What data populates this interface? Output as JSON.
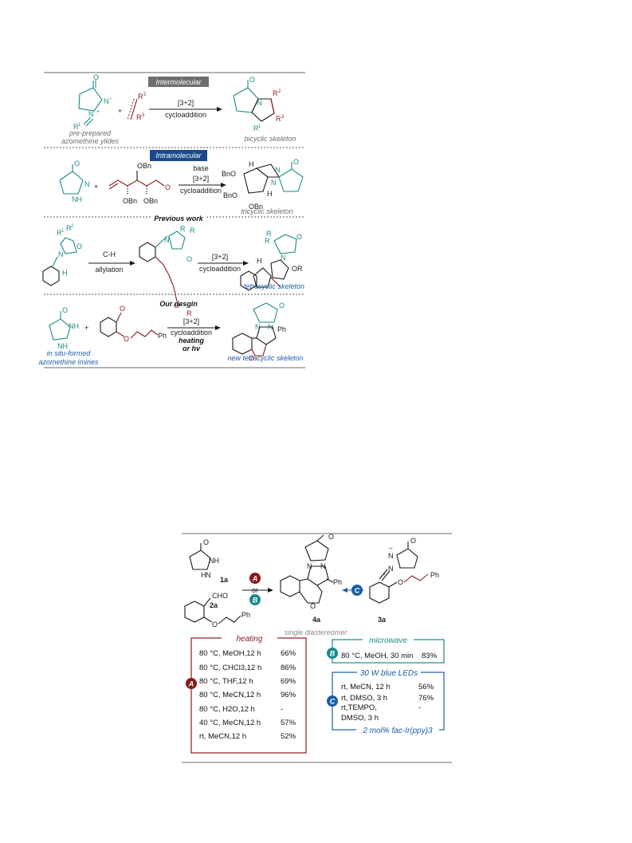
{
  "scheme1": {
    "sections": {
      "intermolecular": "Intermolecular",
      "intramolecular": "Intramolecular",
      "previous_work": "Previous work",
      "our_design": "Our desgin"
    },
    "row1": {
      "left_caption_1": "pre-prepared",
      "left_caption_2": "azomethine ylides",
      "arrow_top": "[3+2]",
      "arrow_bottom": "cycloaddition",
      "product_caption": "bicyclic skeleton",
      "plus": "+",
      "atoms": {
        "O": "O",
        "N": "N",
        "Nplus": "N",
        "minus": "−",
        "plus_charge": "+",
        "R1": "R",
        "R1_sup": "1",
        "R2": "R",
        "R2_sup": "2",
        "R3": "R",
        "R3_sup": "3"
      }
    },
    "row2": {
      "base": "base",
      "arrow_top": "[3+2]",
      "arrow_bottom": "cycloaddition",
      "product_caption": "tricyclic skeleton",
      "plus": "+",
      "atoms": {
        "O": "O",
        "N": "N",
        "NH": "NH",
        "H": "H",
        "OBn": "OBn",
        "BnO": "BnO",
        "H_": "H"
      }
    },
    "row3": {
      "arrow1_top": "C-H",
      "arrow1_bottom": "allylation",
      "arrow2_top": "[3+2]",
      "arrow2_bottom": "cycloaddition",
      "product_caption": "tetracyclic skeleton",
      "atoms": {
        "O": "O",
        "N": "N",
        "H": "H",
        "R": "R",
        "OR": "OR",
        "R1": "R",
        "R2": "R",
        "sup1": "1",
        "sup2": "2",
        "plus_charge": "+",
        "minus": "−"
      }
    },
    "row4": {
      "left_caption_1": "in situ-formed",
      "left_caption_2": "azomethine imines",
      "arrow_top": "[3+2]",
      "arrow_mid": "cycloaddition",
      "arrow_b1": "heating",
      "arrow_b2": "or hv",
      "product_caption": "new tetracyclic skeleton",
      "plus": "+",
      "atoms": {
        "O": "O",
        "N": "N",
        "NH": "NH",
        "H": "H",
        "Ph": "Ph"
      }
    }
  },
  "scheme2": {
    "labels": {
      "c1a": "1a",
      "c2a": "2a",
      "c3a": "3a",
      "c4a": "4a",
      "single": "single diastereomer",
      "or": "or",
      "CHO": "CHO",
      "NH": "NH",
      "H": "H",
      "N": "N",
      "O": "O",
      "Ph": "Ph",
      "minus": "−",
      "plus_charge": "+"
    },
    "badges": {
      "A": "A",
      "B": "B",
      "C": "C"
    },
    "colors": {
      "A": "#8b1a1a",
      "B": "#1a8a8a",
      "C": "#1a5fa8"
    },
    "heating": {
      "title": "heating",
      "rows": [
        {
          "cond": "80 °C, MeOH,12 h",
          "yield": "66%"
        },
        {
          "cond": "80 °C, CHCl3,12 h",
          "yield": "86%"
        },
        {
          "cond": "80 °C, THF,12 h",
          "yield": "69%"
        },
        {
          "cond": "80 °C, MeCN,12 h",
          "yield": "96%"
        },
        {
          "cond": "80 °C, H2O,12 h",
          "yield": "-"
        },
        {
          "cond": "40 °C, MeCN,12 h",
          "yield": "57%"
        },
        {
          "cond": "rt, MeCN,12 h",
          "yield": "52%"
        }
      ]
    },
    "microwave": {
      "title": "microwave",
      "cond": "80 °C, MeOH, 30 min",
      "yield": "83%"
    },
    "blue": {
      "title": "30 W blue LEDs",
      "rows": [
        {
          "cond": "rt, MeCN, 12 h",
          "yield": "56%"
        },
        {
          "cond": "rt, DMSO, 3 h",
          "yield": "76%"
        },
        {
          "cond": "rt,TEMPO,",
          "yield": "-"
        },
        {
          "cond": "DMSO, 3 h",
          "yield": ""
        }
      ],
      "footer": "2 mol% fac-Ir(ppy)3"
    }
  }
}
